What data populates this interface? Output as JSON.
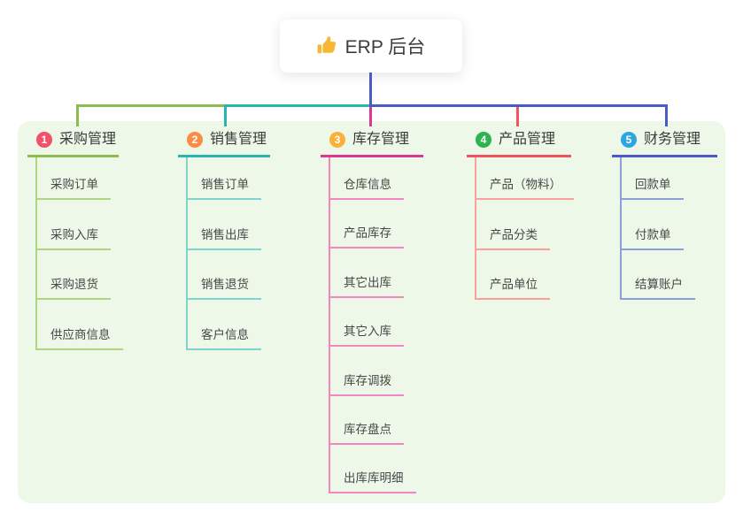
{
  "root": {
    "title": "ERP 后台",
    "icon": "thumbs-up-icon"
  },
  "branches": [
    {
      "number": "1",
      "title": "采购管理",
      "badge_color": "#f3506c",
      "line_color": "#8cbb4e",
      "child_line_color": "#aed581",
      "children": [
        "采购订单",
        "采购入库",
        "采购退货",
        "供应商信息"
      ]
    },
    {
      "number": "2",
      "title": "销售管理",
      "badge_color": "#fa8c46",
      "line_color": "#27b5ad",
      "child_line_color": "#7fd4cd",
      "children": [
        "销售订单",
        "销售出库",
        "销售退货",
        "客户信息"
      ]
    },
    {
      "number": "3",
      "title": "库存管理",
      "badge_color": "#fbb03b",
      "line_color": "#db3793",
      "child_line_color": "#f286c0",
      "children": [
        "仓库信息",
        "产品库存",
        "其它出库",
        "其它入库",
        "库存调拨",
        "库存盘点",
        "出库库明细"
      ]
    },
    {
      "number": "4",
      "title": "产品管理",
      "badge_color": "#2fb350",
      "line_color": "#f2535f",
      "child_line_color": "#f9a19b",
      "children": [
        "产品（物料）",
        "产品分类",
        "产品单位"
      ]
    },
    {
      "number": "5",
      "title": "财务管理",
      "badge_color": "#2aa7e0",
      "line_color": "#4a5bc8",
      "child_line_color": "#8c9fd8",
      "children": [
        "回款单",
        "付款单",
        "结算账户"
      ]
    }
  ],
  "colors": {
    "canvas_bg": "#ffffff",
    "panel_bg": "#eef8e9",
    "root_connector": "#4a5bc8",
    "title_text": "#3a3a3a",
    "child_text": "#474747"
  }
}
